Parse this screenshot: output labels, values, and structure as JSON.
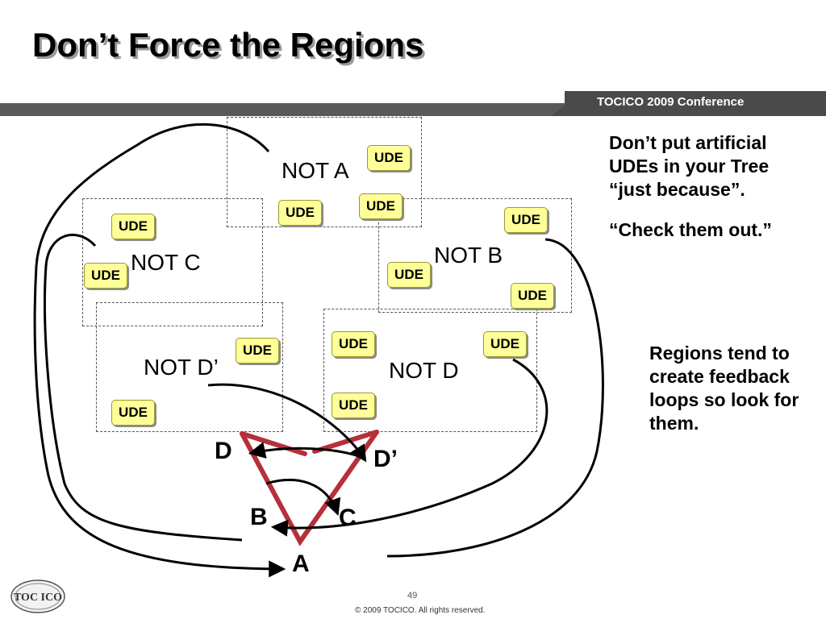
{
  "slide": {
    "title": "Don’t Force the Regions",
    "conference": "TOCICO 2009 Conference",
    "page_number": "49",
    "copyright": "© 2009 TOCICO. All rights reserved.",
    "logo_text": "TOC ICO"
  },
  "regions": {
    "not_a": "NOT A",
    "not_b": "NOT B",
    "not_c": "NOT C",
    "not_d_prime": "NOT D’",
    "not_d": "NOT D"
  },
  "ude_label": "UDE",
  "nodes": {
    "a": "A",
    "b": "B",
    "c": "C",
    "d": "D",
    "d_prime": "D’"
  },
  "notes": {
    "line1": "Don’t put artificial UDEs in your Tree “just because”.",
    "line2": "“Check them out.”",
    "line3": "Regions tend to create feedback loops so look for them."
  },
  "colors": {
    "triangle": "#b5303a",
    "ude_fill": "#ffff99",
    "header_bar": "#595959"
  }
}
